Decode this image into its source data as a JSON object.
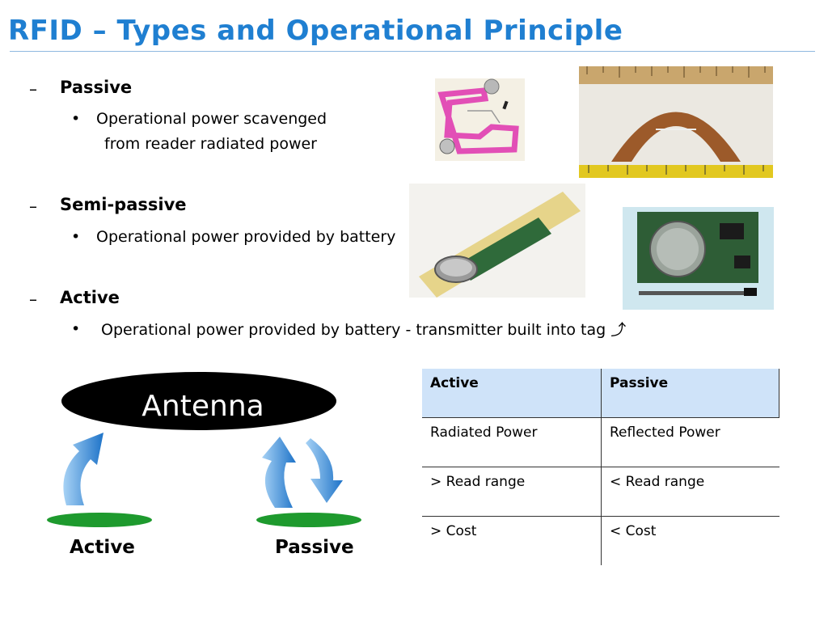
{
  "title": "RFID – Types and Operational Principle",
  "sections": [
    {
      "dash": "–",
      "heading": "Passive",
      "bullet": "•",
      "lines": [
        "Operational power scavenged",
        "from reader radiated power"
      ]
    },
    {
      "dash": "–",
      "heading": "Semi-passive",
      "bullet": "•",
      "lines": [
        "Operational power provided by battery"
      ]
    },
    {
      "dash": "–",
      "heading": "Active",
      "bullet": "•",
      "lines": [
        "Operational power provided by battery  -  transmitter  built into tag  ⤴"
      ]
    }
  ],
  "table": {
    "headers": [
      "Active",
      "Passive"
    ],
    "rows": [
      [
        "Radiated Power",
        "Reflected Power"
      ],
      [
        "> Read range",
        "< Read range"
      ],
      [
        "> Cost",
        "< Cost"
      ]
    ]
  },
  "diagram": {
    "antenna_label": "Antenna",
    "active_label": "Active",
    "passive_label": "Passive"
  },
  "colors": {
    "title": "#1f7fd1",
    "table_header_bg": "#cfe3f9",
    "arrow_blue": "#1e73c8",
    "ground_green": "#1e9a2e"
  }
}
